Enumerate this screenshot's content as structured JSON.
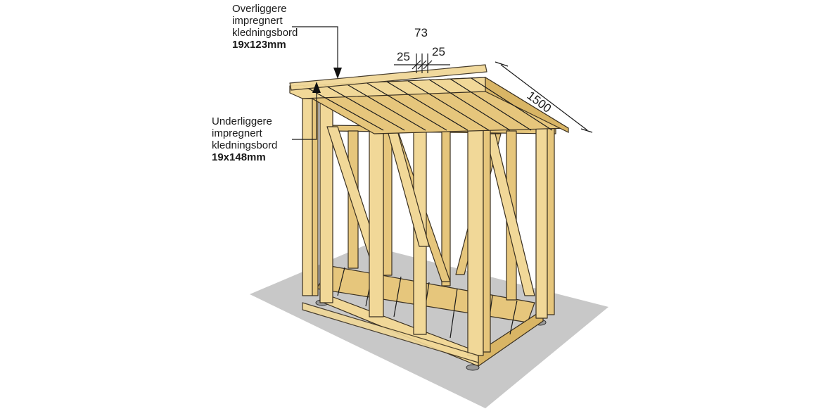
{
  "labels": {
    "top_boards": {
      "line1": "Overliggere",
      "line2": "impregnert",
      "line3": "kledningsbord",
      "size": "19x123mm"
    },
    "bottom_boards": {
      "line1": "Underliggere",
      "line2": "impregnert",
      "line3": "kledningsbord",
      "size": "19x148mm"
    }
  },
  "dimensions": {
    "spacing_total": "73",
    "gap_left": "25",
    "gap_right": "25",
    "depth": "1500"
  },
  "colors": {
    "wood": "#f1d898",
    "shadow": "#c8c8c8"
  }
}
